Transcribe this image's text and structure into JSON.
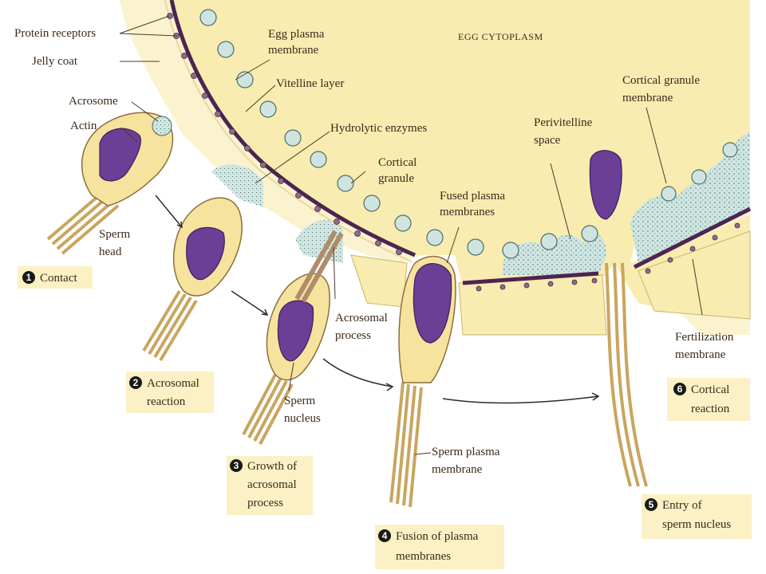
{
  "colors": {
    "cytoplasm": "#f8ecb0",
    "jelly_coat": "#fbf3cf",
    "membrane": "#4d2450",
    "nucleus": "#6a3f95",
    "sperm_body": "#f6e39d",
    "granule": "#cfe4e0",
    "perivitelline": "#cfe6e2",
    "label_box": "#fbf1c4"
  },
  "labels": {
    "protein_receptors": "Protein receptors",
    "jelly_coat": "Jelly coat",
    "acrosome": "Acrosome",
    "actin": "Actin",
    "sperm_head": [
      "Sperm",
      "head"
    ],
    "egg_plasma_membrane": [
      "Egg plasma",
      "membrane"
    ],
    "vitelline_layer": "Vitelline layer",
    "hydrolytic_enzymes": "Hydrolytic enzymes",
    "cortical_granule": [
      "Cortical",
      "granule"
    ],
    "egg_cytoplasm": "EGG CYTOPLASM",
    "fused_plasma_membranes": [
      "Fused plasma",
      "membranes"
    ],
    "perivitelline_space": [
      "Perivitelline",
      "space"
    ],
    "cortical_granule_membrane": [
      "Cortical granule",
      "membrane"
    ],
    "acrosomal_process": [
      "Acrosomal",
      "process"
    ],
    "sperm_nucleus": [
      "Sperm",
      "nucleus"
    ],
    "sperm_plasma_membrane": [
      "Sperm plasma",
      "membrane"
    ],
    "fertilization_membrane": [
      "Fertilization",
      "membrane"
    ]
  },
  "steps": [
    {
      "num": "1",
      "lines": [
        "Contact"
      ]
    },
    {
      "num": "2",
      "lines": [
        "Acrosomal",
        "reaction"
      ]
    },
    {
      "num": "3",
      "lines": [
        "Growth of",
        "acrosomal",
        "process"
      ]
    },
    {
      "num": "4",
      "lines": [
        "Fusion of plasma",
        "membranes"
      ]
    },
    {
      "num": "5",
      "lines": [
        "Entry of",
        "sperm nucleus"
      ]
    },
    {
      "num": "6",
      "lines": [
        "Cortical",
        "reaction"
      ]
    }
  ]
}
